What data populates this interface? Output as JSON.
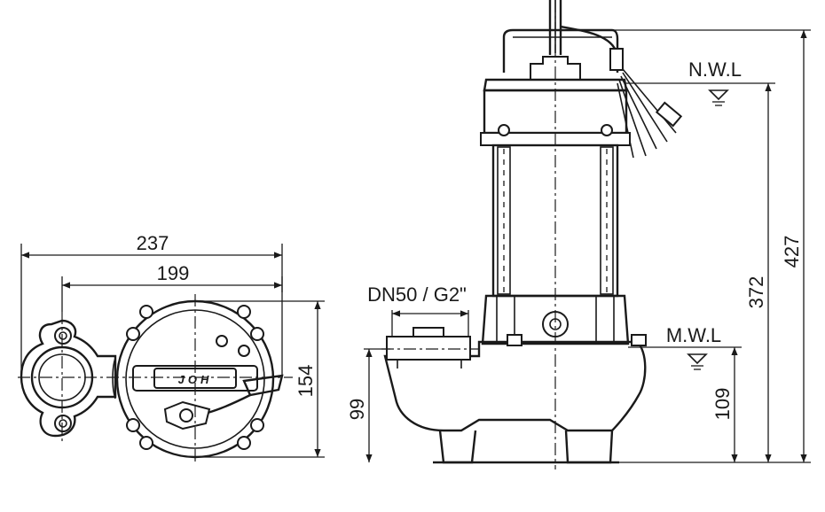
{
  "dimensions": {
    "width_total": "237",
    "width_bolt": "199",
    "depth": "154",
    "outlet_height": "99",
    "mwl_height": "109",
    "nwl_height": "372",
    "total_height": "427"
  },
  "labels": {
    "outlet": "DN50 / G2\"",
    "nwl": "N.W.L",
    "mwl": "M.W.L",
    "plate_text": "JOH"
  },
  "colors": {
    "line": "#1a1a1a",
    "background": "#ffffff"
  }
}
